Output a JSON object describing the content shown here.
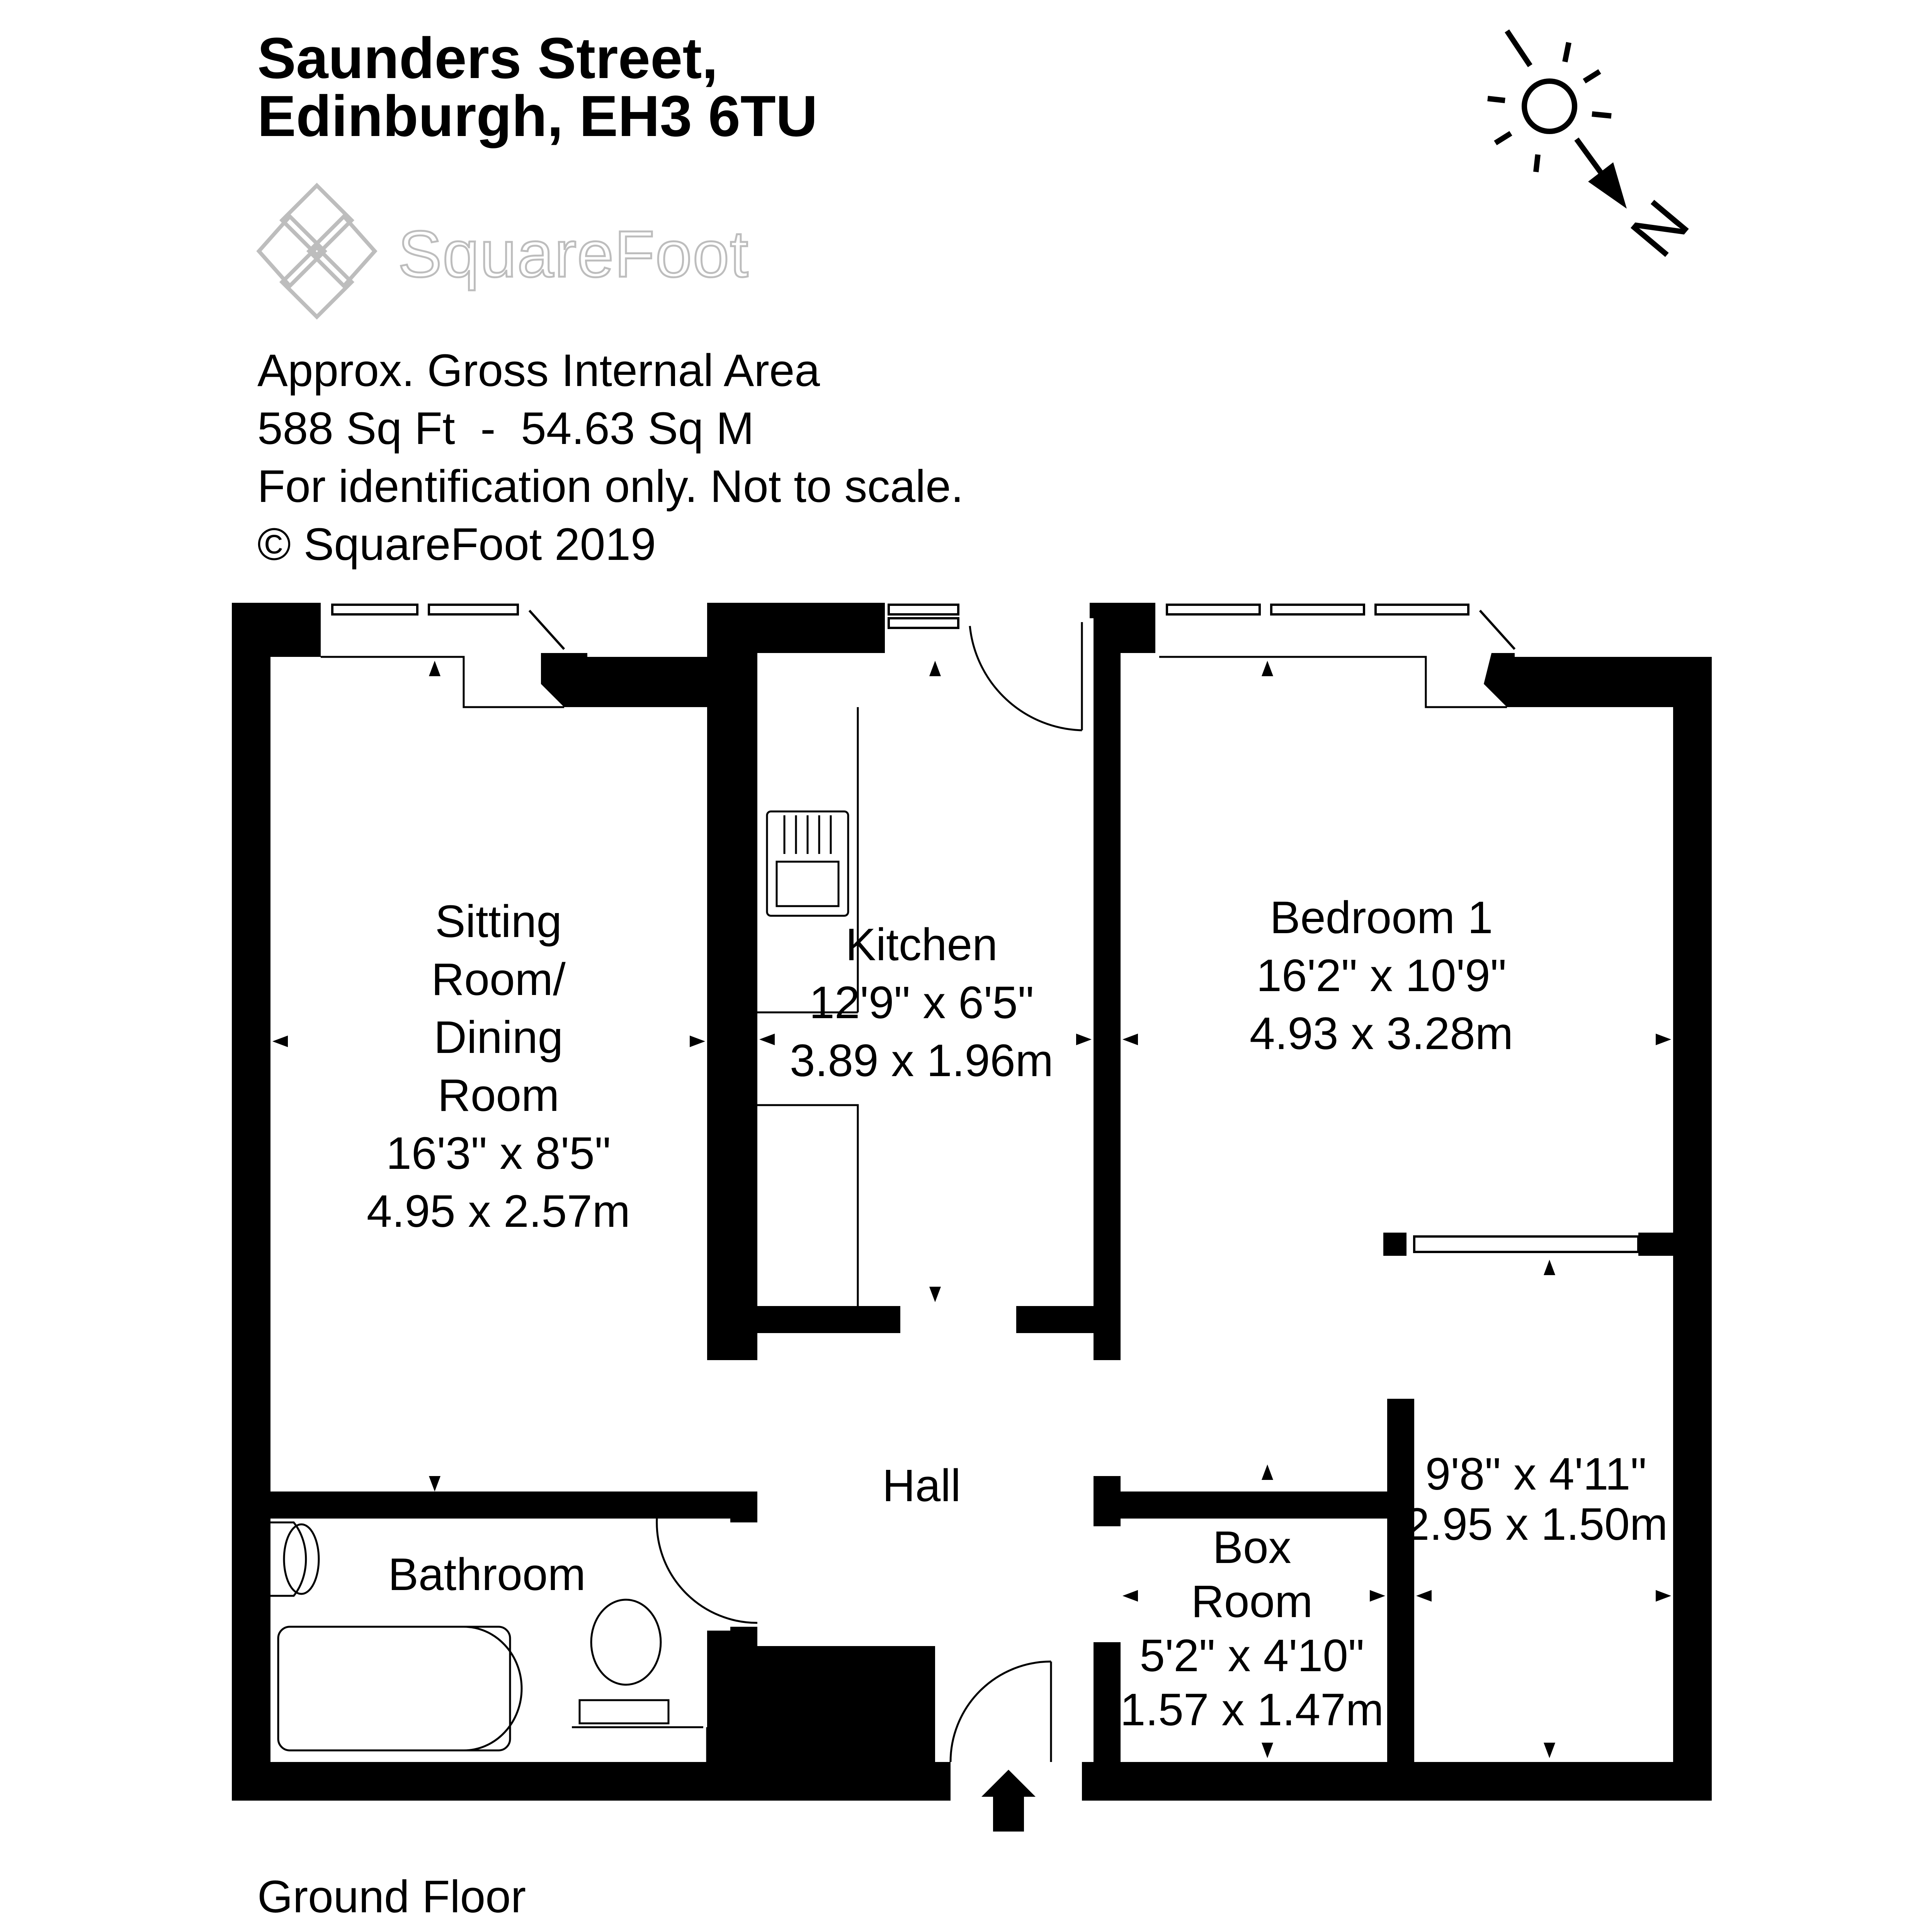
{
  "header": {
    "address_line1": "Saunders Street,",
    "address_line2": "Edinburgh, EH3 6TU",
    "brand": "SquareFoot",
    "area_label": "Approx. Gross Internal Area",
    "area_value": "588 Sq Ft  -  54.63 Sq M",
    "disclaimer": "For identification only. Not to scale.",
    "copyright": "© SquareFoot 2019"
  },
  "compass": {
    "label": "N",
    "icon": "compass-north-arrow-icon",
    "sun_icon": "sun-icon"
  },
  "rooms": {
    "sitting": {
      "name_lines": [
        "Sitting",
        "Room/",
        "Dining",
        "Room"
      ],
      "imperial": "16'3\" x 8'5\"",
      "metric": "4.95 x 2.57m"
    },
    "kitchen": {
      "name": "Kitchen",
      "imperial": "12'9\" x 6'5\"",
      "metric": "3.89 x 1.96m"
    },
    "bedroom": {
      "name": "Bedroom 1",
      "imperial": "16'2\" x 10'9\"",
      "metric": "4.93 x 3.28m"
    },
    "hall": {
      "name": "Hall"
    },
    "bathroom": {
      "name": "Bathroom"
    },
    "boxroom": {
      "name_lines": [
        "Box",
        "Room"
      ],
      "imperial": "5'2\" x 4'10\"",
      "metric": "1.57 x 1.47m"
    },
    "recess": {
      "imperial": "9'8\" x 4'11\"",
      "metric": "2.95 x 1.50m"
    }
  },
  "floor_label": "Ground Floor",
  "colors": {
    "wall": "#000000",
    "logo": "#bdbdbd",
    "background": "#ffffff"
  }
}
